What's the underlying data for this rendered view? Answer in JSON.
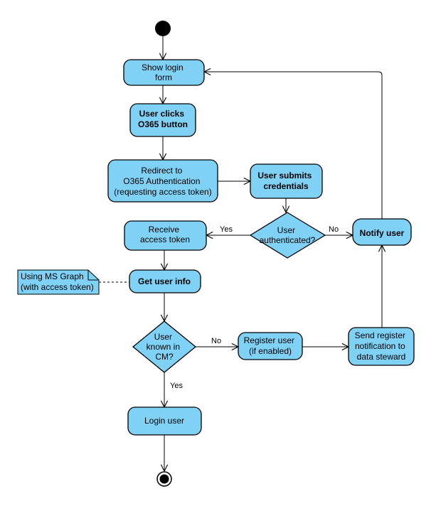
{
  "nodes": {
    "show_login_form": [
      "Show login",
      "form"
    ],
    "user_clicks_o365": [
      "User clicks",
      "O365 button"
    ],
    "redirect_o365": [
      "Redirect to",
      "O365 Authentication",
      "(requesting access token)"
    ],
    "user_submits_credentials": [
      "User submits",
      "credentials"
    ],
    "user_authenticated": [
      "User",
      "authenticated?"
    ],
    "notify_user": [
      "Notify user"
    ],
    "receive_access_token": [
      "Receive",
      "access token"
    ],
    "get_user_info": [
      "Get user info"
    ],
    "note_ms_graph": [
      "Using MS Graph",
      "(with access token)"
    ],
    "user_known_in_cm": [
      "User",
      "known in",
      "CM?"
    ],
    "register_user": [
      "Register user",
      "(if enabled)"
    ],
    "send_register_notification": [
      "Send register",
      "notification to",
      "data steward"
    ],
    "login_user": [
      "Login user"
    ]
  },
  "edge_labels": {
    "auth_yes": "Yes",
    "auth_no": "No",
    "known_no": "No",
    "known_yes": "Yes"
  },
  "colors": {
    "node_fill": "#7fd2f6",
    "stroke": "#000000"
  }
}
